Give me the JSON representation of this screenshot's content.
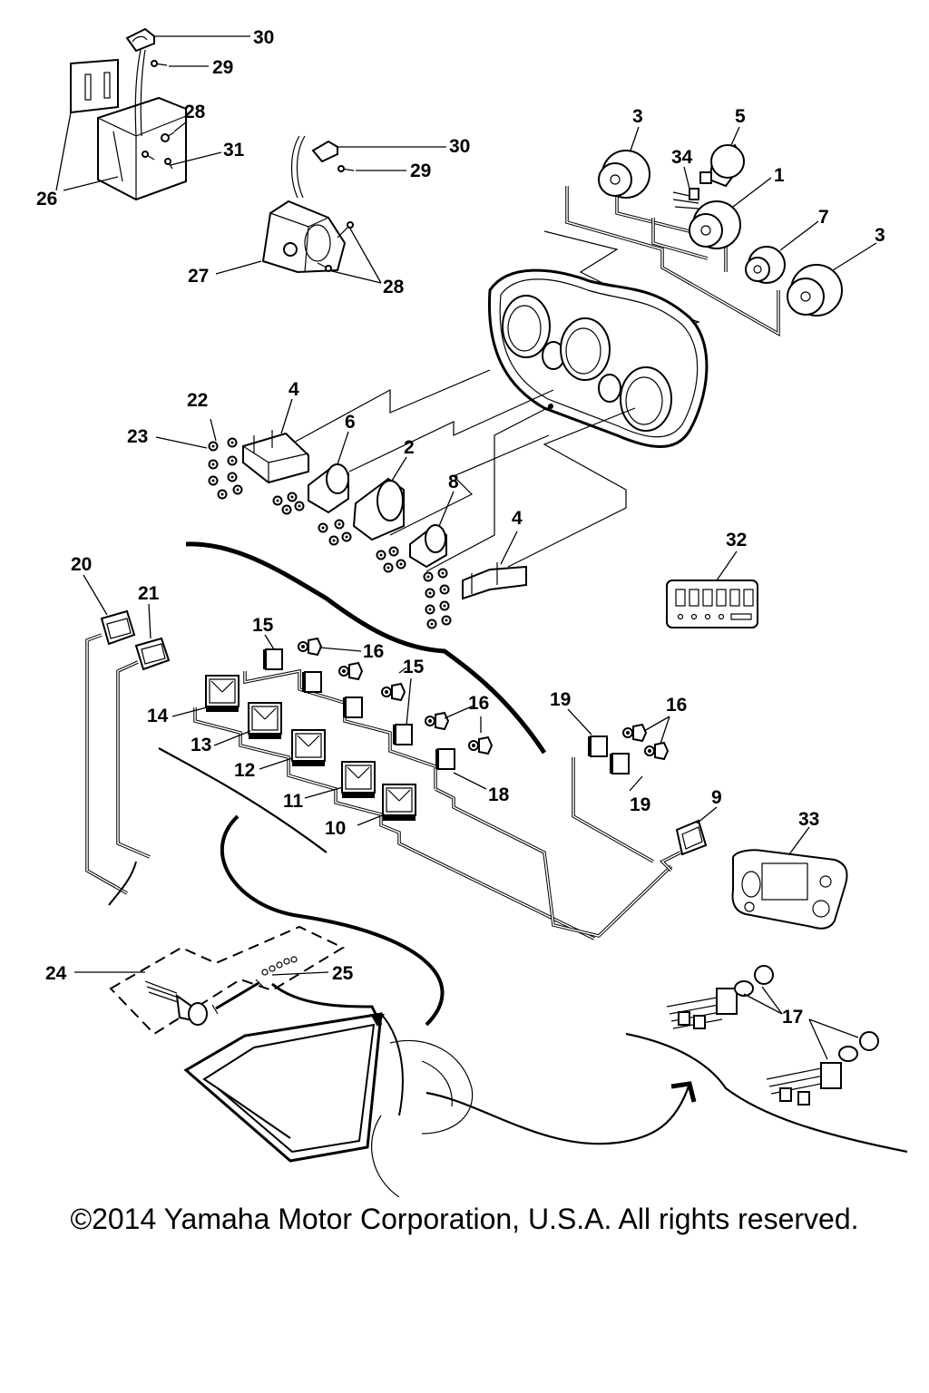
{
  "copyright": "©2014 Yamaha Motor Corporation, U.S.A. All rights reserved.",
  "callouts": [
    {
      "id": "c30a",
      "label": "30"
    },
    {
      "id": "c29a",
      "label": "29"
    },
    {
      "id": "c28a",
      "label": "28"
    },
    {
      "id": "c31",
      "label": "31"
    },
    {
      "id": "c26",
      "label": "26"
    },
    {
      "id": "c30b",
      "label": "30"
    },
    {
      "id": "c29b",
      "label": "29"
    },
    {
      "id": "c27",
      "label": "27"
    },
    {
      "id": "c28b",
      "label": "28"
    },
    {
      "id": "c3a",
      "label": "3"
    },
    {
      "id": "c5",
      "label": "5"
    },
    {
      "id": "c34",
      "label": "34"
    },
    {
      "id": "c1",
      "label": "1"
    },
    {
      "id": "c7",
      "label": "7"
    },
    {
      "id": "c3b",
      "label": "3"
    },
    {
      "id": "c22",
      "label": "22"
    },
    {
      "id": "c4a",
      "label": "4"
    },
    {
      "id": "c23",
      "label": "23"
    },
    {
      "id": "c6",
      "label": "6"
    },
    {
      "id": "c2",
      "label": "2"
    },
    {
      "id": "c8",
      "label": "8"
    },
    {
      "id": "c4b",
      "label": "4"
    },
    {
      "id": "c32",
      "label": "32"
    },
    {
      "id": "c20",
      "label": "20"
    },
    {
      "id": "c21",
      "label": "21"
    },
    {
      "id": "c15a",
      "label": "15"
    },
    {
      "id": "c16a",
      "label": "16"
    },
    {
      "id": "c15b",
      "label": "15"
    },
    {
      "id": "c16b",
      "label": "16"
    },
    {
      "id": "c14",
      "label": "14"
    },
    {
      "id": "c13",
      "label": "13"
    },
    {
      "id": "c12",
      "label": "12"
    },
    {
      "id": "c11",
      "label": "11"
    },
    {
      "id": "c10",
      "label": "10"
    },
    {
      "id": "c18",
      "label": "18"
    },
    {
      "id": "c19a",
      "label": "19"
    },
    {
      "id": "c16c",
      "label": "16"
    },
    {
      "id": "c19b",
      "label": "19"
    },
    {
      "id": "c9",
      "label": "9"
    },
    {
      "id": "c33",
      "label": "33"
    },
    {
      "id": "c24",
      "label": "24"
    },
    {
      "id": "c25",
      "label": "25"
    },
    {
      "id": "c17",
      "label": "17"
    }
  ]
}
